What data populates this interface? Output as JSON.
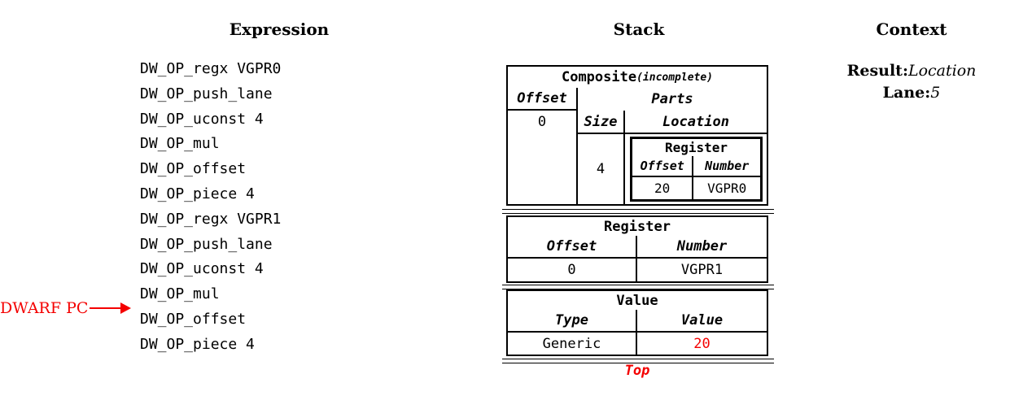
{
  "headers": {
    "expression": "Expression",
    "stack": "Stack",
    "context": "Context"
  },
  "expression": {
    "items": [
      "DW_OP_regx VGPR0",
      "DW_OP_push_lane",
      "DW_OP_uconst 4",
      "DW_OP_mul",
      "DW_OP_offset",
      "DW_OP_piece 4",
      "DW_OP_regx VGPR1",
      "DW_OP_push_lane",
      "DW_OP_uconst 4",
      "DW_OP_mul",
      "DW_OP_offset",
      "DW_OP_piece 4"
    ],
    "pc_label": "DWARF PC"
  },
  "stack": {
    "composite": {
      "title": "Composite",
      "title_suffix": "(incomplete)",
      "offset_header": "Offset",
      "offset_value": "0",
      "parts_header": "Parts",
      "size_header": "Size",
      "location_header": "Location",
      "part_size": "4",
      "part_location_register": {
        "title": "Register",
        "offset_header": "Offset",
        "number_header": "Number",
        "offset_value": "20",
        "number_value": "VGPR0"
      }
    },
    "register": {
      "title": "Register",
      "offset_header": "Offset",
      "number_header": "Number",
      "offset_value": "0",
      "number_value": "VGPR1"
    },
    "value": {
      "title": "Value",
      "type_header": "Type",
      "value_header": "Value",
      "type_value": "Generic",
      "value_value": "20"
    },
    "top_label": "Top"
  },
  "context": {
    "result_label": "Result:",
    "result_value": "Location",
    "lane_label": "Lane:",
    "lane_value": "5"
  },
  "colors": {
    "accent_red": "#f40000",
    "text": "#000000",
    "background": "#ffffff"
  }
}
